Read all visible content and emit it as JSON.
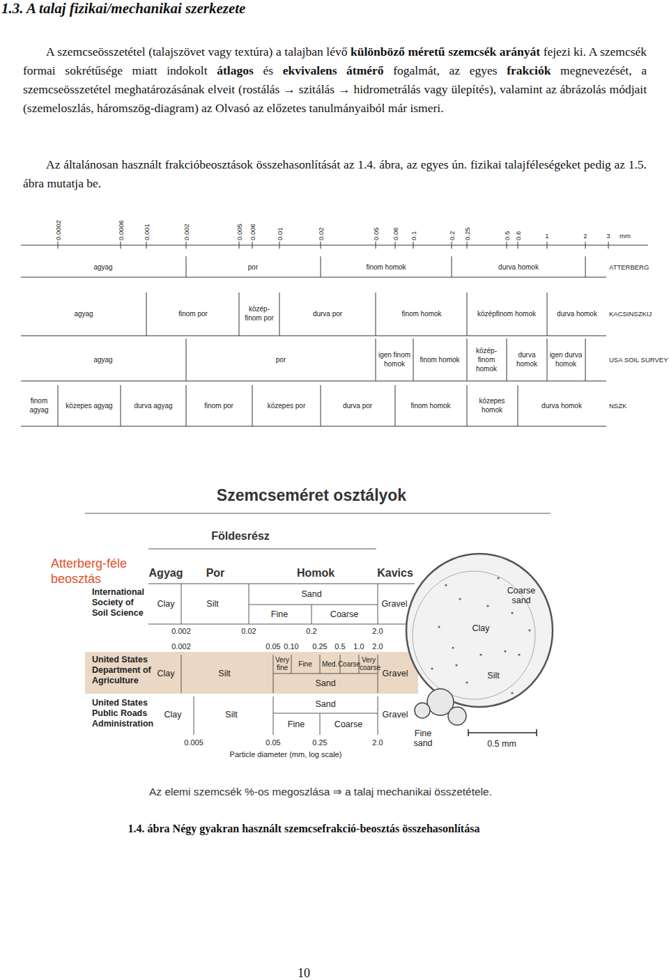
{
  "diagram": {
    "title": "1.3. A talaj fizikai/mechanikai szerkezete",
    "caption": "1.4. ábra Négy gyakran használt szemcsefrakció-beosztás összehasonlítása",
    "labels": [
      "A szemcseösszetétel (talajszövet vagy textúra) a talajban lévő ",
      "különböző méretű szemcsék arányát",
      " fejezi ki. A szemcsék formai sokrétűsége miatt indokolt ",
      "átlagos",
      " és ",
      "ekvivalens átmérő",
      " fogalmát, az egyes ",
      "frakciók",
      " megnevezését, a szemcseösszetétel meghatározásának elveit (rostálás → szitálás → hidrometrálás vagy ülepítés), valamint az ábrázolás módjait (szemeloszlás, háromszög-diagram) az Olvasó az előzetes tanulmányaiból már ismeri.",
      "Az általánosan használt frakcióbeosztások összehasonlítását az 1.4. ábra, az egyes ún. fizikai talajféleségeket pedig az 1.5. ábra mutatja be.",
      "0.0002",
      "0.0006",
      "0.001",
      "0.002",
      "0.005",
      "0.006",
      "0.01",
      "0.02",
      "0.05",
      "0.06",
      "0.1",
      "0.2",
      "0.25",
      "0.5",
      "0.6",
      "1",
      "2",
      "3",
      "mm",
      "agyag",
      "por",
      "finom homok",
      "durva homok",
      "ATTERBERG",
      "agyag",
      "finom por",
      "közép-finom por",
      "durva por",
      "finom homok",
      "középfinom homok",
      "durva homok",
      "KACSINSZKIJ",
      "agyag",
      "por",
      "igen finom homok",
      "finom homok",
      "közép-finom homok",
      "durva homok",
      "igen durva homok",
      "USA SOIL SURVEY",
      "finom agyag",
      "közepes agyag",
      "durva agyag",
      "finom por",
      "közepes por",
      "durva por",
      "finom homok",
      "közepes homok",
      "durva homok",
      "NSZK",
      "Szemcseméret osztályok",
      "Földesrész",
      "Atterberg-féle beosztás",
      "Agyag",
      "Por",
      "Homok",
      "Kavics",
      "International Society of Soil Science",
      "Clay",
      "Silt",
      "Sand",
      "Fine",
      "Coarse",
      "Gravel",
      "0.002",
      "0.02",
      "0.2",
      "2.0",
      "0.002",
      "0.05",
      "0.10",
      "0.25",
      "0.5",
      "1.0",
      "2.0",
      "United States Department of Agriculture",
      "Clay",
      "Silt",
      "Very fine",
      "Fine",
      "Med.",
      "Coarse",
      "Very coarse",
      "Sand",
      "Gravel",
      "United States Public Roads Administration",
      "Sand",
      "Clay",
      "Silt",
      "Fine",
      "Coarse",
      "Gravel",
      "0.005",
      "0.05",
      "0.25",
      "2.0",
      "Particle diameter (mm, log scale)",
      "Coarse sand",
      "Clay",
      "Silt",
      "Fine sand",
      "0.5 mm",
      "Az elemi szemcsék %-os megoszlása ⇒ a talaj mechanikai összetétele.",
      "10"
    ]
  }
}
